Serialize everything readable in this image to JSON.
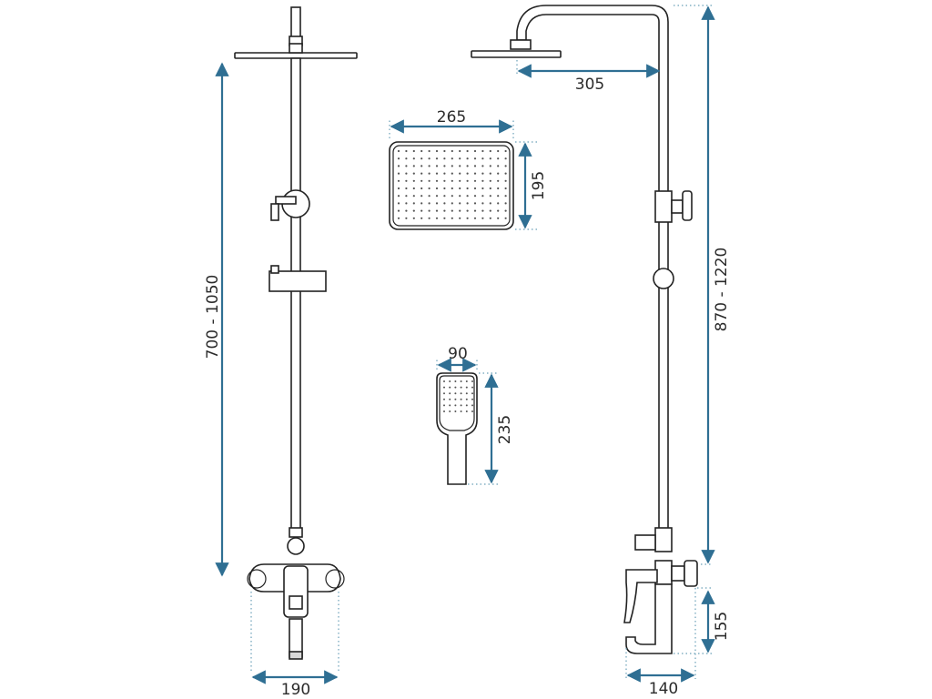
{
  "dimensions": {
    "rail_height": "700 - 1050",
    "mixer_width": "190",
    "head_width": "265",
    "head_depth": "195",
    "hand_width": "90",
    "hand_length": "235",
    "arm_reach": "305",
    "total_height": "870 - 1220",
    "spout_height": "155",
    "spout_depth": "140"
  },
  "colors": {
    "dimension_line": "#2f6f93",
    "outline": "#222222"
  }
}
